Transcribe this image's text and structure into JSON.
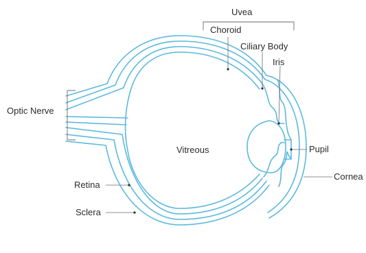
{
  "diagram": {
    "labels": {
      "uvea": "Uvea",
      "choroid": "Choroid",
      "ciliary_body": "Ciliary Body",
      "iris": "Iris",
      "optic_nerve": "Optic Nerve",
      "vitreous": "Vitreous",
      "pupil": "Pupil",
      "cornea": "Cornea",
      "retina": "Retina",
      "sclera": "Sclera"
    },
    "colors": {
      "structure": "#5bb8dd",
      "leader": "#6a6a6a",
      "text": "#2b2b2b"
    }
  }
}
